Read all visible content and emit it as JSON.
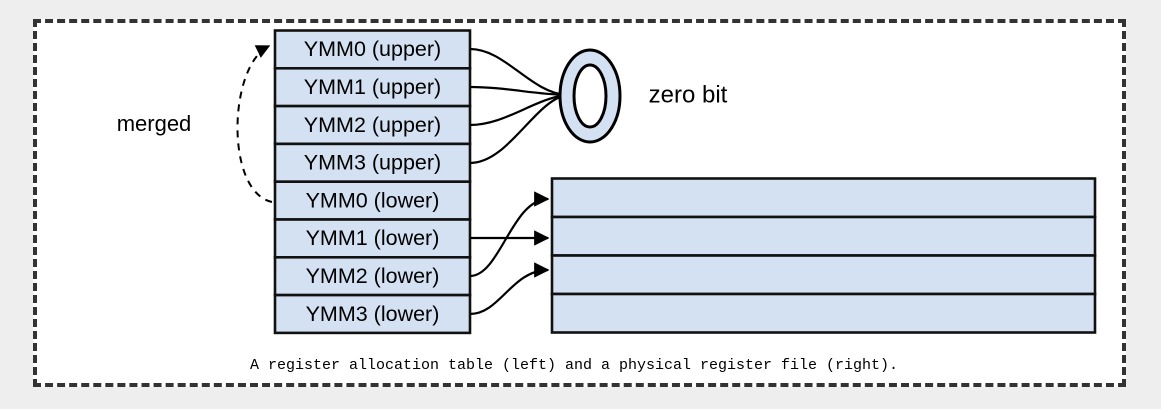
{
  "figure": {
    "caption": "A register allocation table (left) and a physical register file (right).",
    "background_color": "#eeeeee",
    "panel_color": "#ffffff",
    "border_style": "dashed",
    "border_color": "#333333"
  },
  "colors": {
    "cell_fill": "#d4e1f2",
    "cell_stroke": "#111111",
    "line": "#000000",
    "ellipse_fill": "#d4e1f2",
    "ellipse_inner_fill": "#ffffff"
  },
  "allocation_table": {
    "name": "register allocation table",
    "rows": [
      {
        "label": "YMM0 (upper)"
      },
      {
        "label": "YMM1 (upper)"
      },
      {
        "label": "YMM2 (upper)"
      },
      {
        "label": "YMM3 (upper)"
      },
      {
        "label": "YMM0 (lower)"
      },
      {
        "label": "YMM1 (lower)"
      },
      {
        "label": "YMM2 (lower)"
      },
      {
        "label": "YMM3 (lower)"
      }
    ]
  },
  "register_file": {
    "name": "physical register file",
    "rows": [
      {
        "label": ""
      },
      {
        "label": ""
      },
      {
        "label": ""
      },
      {
        "label": ""
      }
    ]
  },
  "annotations": {
    "merged": "merged",
    "zero_bit": "zero bit"
  }
}
